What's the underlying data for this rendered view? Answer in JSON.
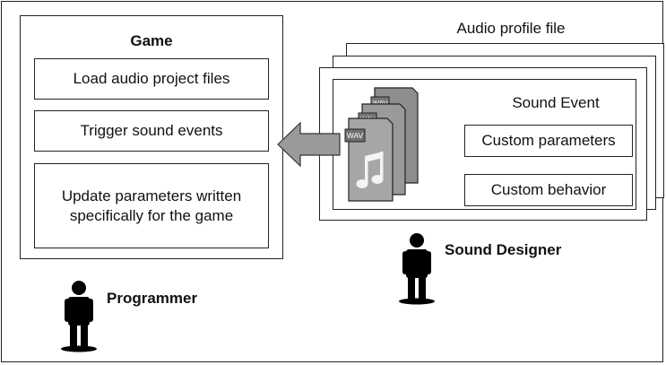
{
  "game": {
    "title": "Game",
    "items": [
      "Load audio project files",
      "Trigger sound events",
      "Update parameters written specifically for the game"
    ]
  },
  "profile": {
    "file_label": "Audio profile file",
    "event_title": "Sound Event",
    "custom_parameters": "Custom parameters",
    "custom_behavior": "Custom behavior",
    "wav_tag": "WAV"
  },
  "roles": {
    "programmer": "Programmer",
    "sound_designer": "Sound Designer"
  },
  "icons": [
    "person-icon",
    "wav-file-icon",
    "music-note-icon",
    "left-arrow-icon"
  ]
}
